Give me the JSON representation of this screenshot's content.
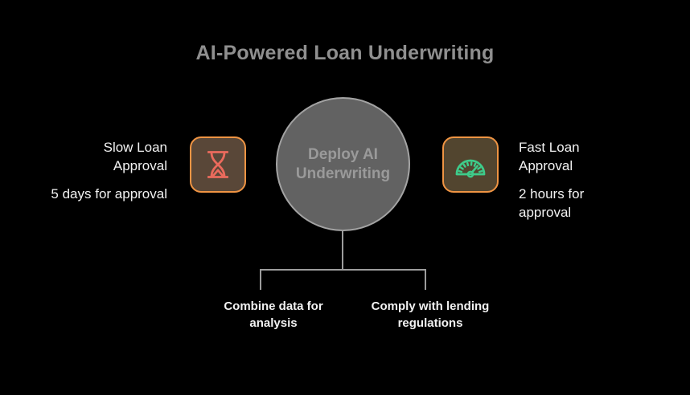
{
  "title": "AI-Powered Loan Underwriting",
  "left_item": {
    "heading": "Slow Loan Approval",
    "detail": "5 days for approval",
    "icon": "hourglass-icon"
  },
  "center_node": {
    "label": "Deploy AI Underwriting"
  },
  "right_item": {
    "heading": "Fast Loan Approval",
    "detail": "2 hours for approval",
    "icon": "speedometer-icon"
  },
  "branches": [
    {
      "label": "Combine data for analysis"
    },
    {
      "label": "Comply with lending regulations"
    }
  ],
  "colors": {
    "background": "#000000",
    "title_text": "#8f8f8f",
    "body_text": "#f2f2f2",
    "circle_fill": "#626262",
    "circle_border": "#a3a3a3",
    "circle_text": "#9a9a9a",
    "icon_box_border": "#ef9443",
    "hourglass_icon": "#ea6a5c",
    "hourglass_box_bg": "#594738",
    "speedometer_icon": "#3ecb8a",
    "speedometer_box_bg": "#52452f",
    "connector_line": "#9c9c9c"
  }
}
